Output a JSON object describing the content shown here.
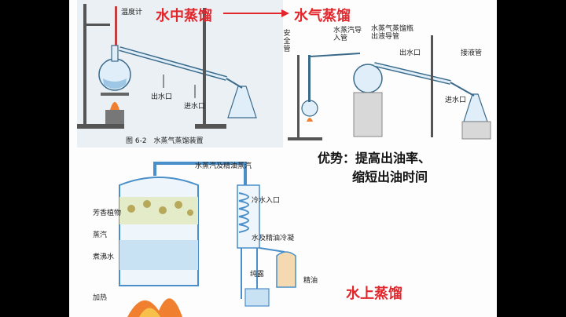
{
  "titles": {
    "left": "水中蒸馏",
    "right": "水气蒸馏",
    "bottom": "水上蒸馏"
  },
  "advantage": {
    "line1": "优势：提高出油率、",
    "line2": "缩短出油时间"
  },
  "figure1": {
    "thermometer": "温度计",
    "water_out": "出水口",
    "water_in": "进水口",
    "caption": "图 6-2　水蒸气蒸馏装置"
  },
  "figure2": {
    "safety_tube": "安全管",
    "steam_tube": "水蒸汽导入管",
    "steam_out": "水蒸气蒸馏瓶出液导管",
    "water_out": "出水口",
    "receiver": "接液管",
    "water_in": "进水口"
  },
  "figure3": {
    "steam_vapor": "水蒸汽及精油蒸汽",
    "cold_in": "冷水入口",
    "plants": "芳香植物",
    "steam": "蒸汽",
    "boiling": "煮沸水",
    "condense": "水及精油冷凝",
    "hydrosol": "纯露",
    "oil": "精油",
    "heat": "加热"
  },
  "colors": {
    "accent": "#e3262c",
    "glass": "#4a8fc9",
    "flame": "#f08030"
  }
}
